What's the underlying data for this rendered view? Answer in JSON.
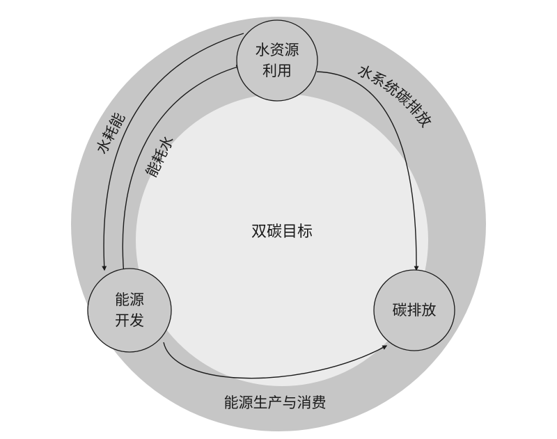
{
  "center": {
    "label": "双碳目标"
  },
  "nodes": {
    "water": {
      "line1": "水资源",
      "line2": "利用"
    },
    "energy": {
      "line1": "能源",
      "line2": "开发"
    },
    "carbon": {
      "label": "碳排放"
    }
  },
  "arrows": {
    "water_uses_energy": "水耗能",
    "energy_uses_water": "能耗水",
    "water_system_carbon": "水系统碳排放",
    "energy_production": "能源生产与消费"
  },
  "colors": {
    "ring": "#c6c6c6",
    "inner": "#ebebeb",
    "node": "#cacaca",
    "stroke": "#1a1a1a"
  }
}
